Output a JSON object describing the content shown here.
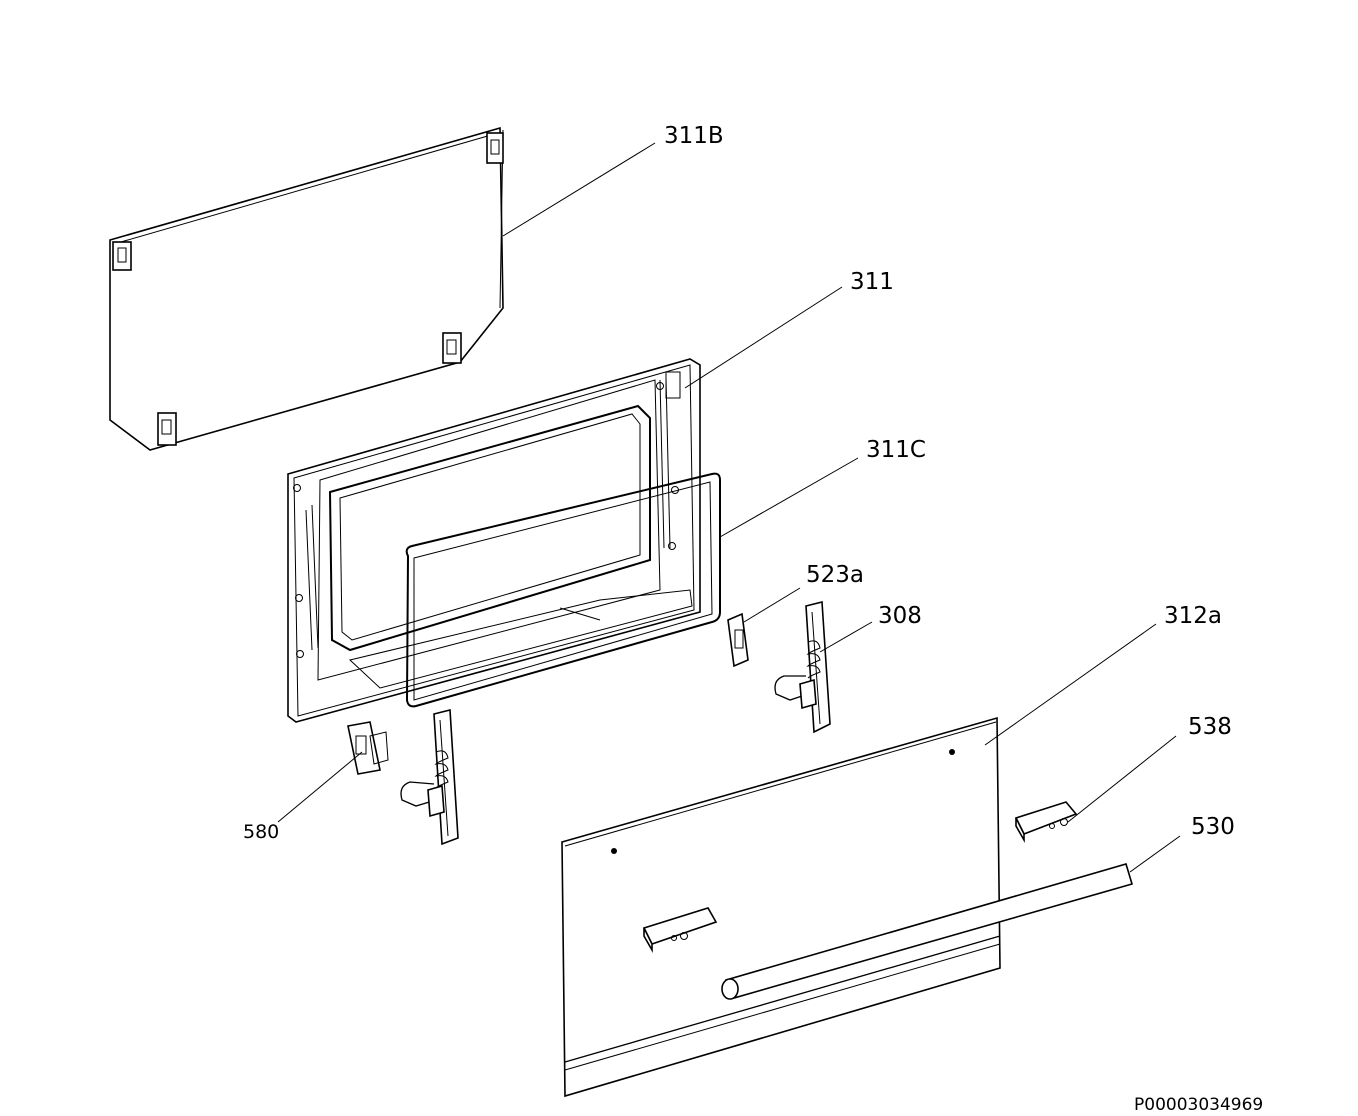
{
  "labels": {
    "p311B": "311B",
    "p311": "311",
    "p311C": "311C",
    "p523a": "523a",
    "p308": "308",
    "p312a": "312a",
    "p538": "538",
    "p530": "530",
    "p580": "580"
  },
  "document_id": "P00003034969"
}
